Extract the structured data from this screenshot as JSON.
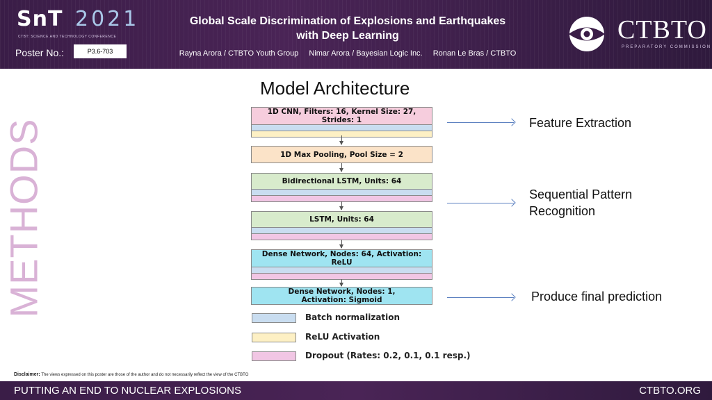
{
  "header": {
    "snt_logo": "SnT",
    "snt_year": "2021",
    "snt_subtitle": "CTBT: SCIENCE AND TECHNOLOGY CONFERENCE",
    "poster_label": "Poster No.:",
    "poster_number": "P3.6-703",
    "title_line1": "Global Scale Discrimination of Explosions and Earthquakes",
    "title_line2": "with Deep Learning",
    "authors": [
      "Rayna Arora / CTBTO Youth Group",
      "Nimar Arora / Bayesian Logic Inc.",
      "Ronan Le Bras / CTBTO"
    ],
    "ctbto_name": "CTBTO",
    "ctbto_subtitle": "PREPARATORY COMMISSION"
  },
  "side_title": "METHODS",
  "section_title": "Model Architecture",
  "layers": [
    "1D CNN, Filters: 16, Kernel Size: 27, Strides: 1",
    "1D Max Pooling, Pool Size = 2",
    "Bidirectional LSTM, Units: 64",
    "LSTM, Units: 64",
    "Dense Network, Nodes: 64, Activation: ReLU",
    "Dense Network, Nodes: 1, Activation: Sigmoid"
  ],
  "annotations": {
    "feature": "Feature Extraction",
    "sequential_line1": "Sequential Pattern",
    "sequential_line2": "Recognition",
    "final": "Produce final prediction"
  },
  "legend": {
    "batch_norm": "Batch normalization",
    "relu": "ReLU Activation",
    "dropout": "Dropout (Rates: 0.2, 0.1, 0.1 resp.)"
  },
  "colors": {
    "batch_norm": "#c9ddf0",
    "relu": "#fdf0c4",
    "dropout": "#f1c6e4",
    "header_bg": "#3a1d47"
  },
  "disclaimer": {
    "label": "Disclaimer:",
    "text": "The views expressed on this poster are those of the author and do not necessarily reflect the view of the CTBTO"
  },
  "footer": {
    "slogan": "PUTTING AN END TO NUCLEAR EXPLOSIONS",
    "site": "CTBTO.ORG"
  }
}
